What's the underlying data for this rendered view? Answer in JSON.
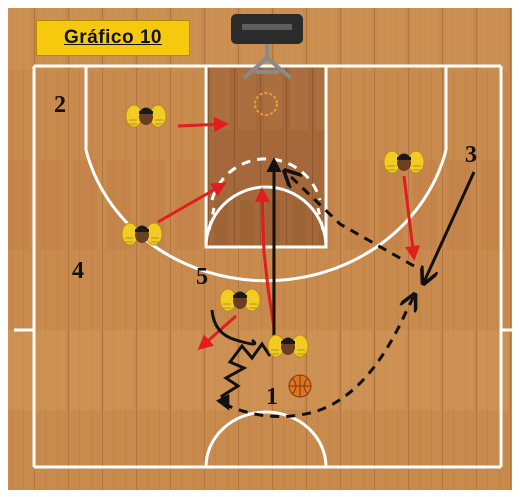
{
  "title": "Gráfico 10",
  "player_labels": {
    "p1": "1",
    "p2": "2",
    "p3": "3",
    "p4": "4",
    "p5": "5"
  },
  "colors": {
    "court_wood": "#c98a4e",
    "paint_wood": "#a4683a",
    "court_line": "#ffffff",
    "title_bg": "#f6c90e",
    "defense_move": "#e11d1d",
    "offense_move": "#111111",
    "defender_hair": "#f2cc25",
    "ball": "#e2731f",
    "hoop": "#f29b2e",
    "backboard": "#2b2b2b"
  },
  "icons": [
    "basket-backboard-icon",
    "hoop-ring-icon",
    "defender-icon",
    "basketball-icon"
  ]
}
